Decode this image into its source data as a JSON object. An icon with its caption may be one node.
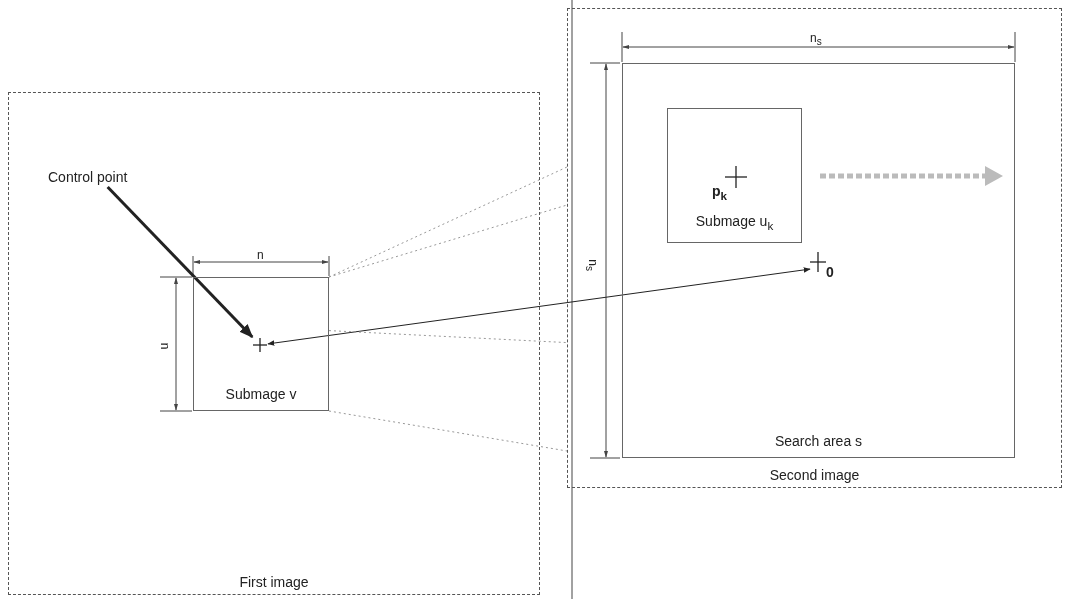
{
  "diagram": {
    "nodes": [
      {
        "text": [
          "First image"
        ]
      },
      {
        "text": [
          "Submage v"
        ],
        "in": 0
      },
      {
        "text": [
          "Control point"
        ],
        "in": 0
      },
      {
        "text": [],
        "shape": "cross",
        "in": 1
      },
      {
        "text": [
          "Second image"
        ]
      },
      {
        "text": [
          "Search area s"
        ],
        "in": 4
      },
      {
        "text": [
          "Submage u$_{k}$"
        ],
        "in": 5
      },
      {
        "text": [
          "p$_{k}$"
        ],
        "in": 6
      },
      {
        "text": [
          "0"
        ],
        "in": 5
      }
    ],
    "edges": [
      {
        "from": 2,
        "to": 3,
        "arrow": "to",
        "style": "thick",
        "color": "#222222"
      },
      {
        "from": 3,
        "to": 8,
        "arrow": "both",
        "color": "#222222"
      },
      {
        "from": 1,
        "to": 4,
        "arrow": "none",
        "style": "dashed",
        "color": "#999999"
      },
      {
        "from": 1,
        "to": 4,
        "arrow": "none",
        "style": "dashed",
        "color": "#999999"
      },
      {
        "from": 1,
        "to": 4,
        "arrow": "none",
        "style": "dashed",
        "color": "#999999"
      },
      {
        "from": 1,
        "to": 4,
        "arrow": "none",
        "style": "dashed",
        "color": "#999999"
      }
    ],
    "labels": [
      "n$_{s}$",
      "n$_{s}$",
      "n",
      "n"
    ]
  }
}
